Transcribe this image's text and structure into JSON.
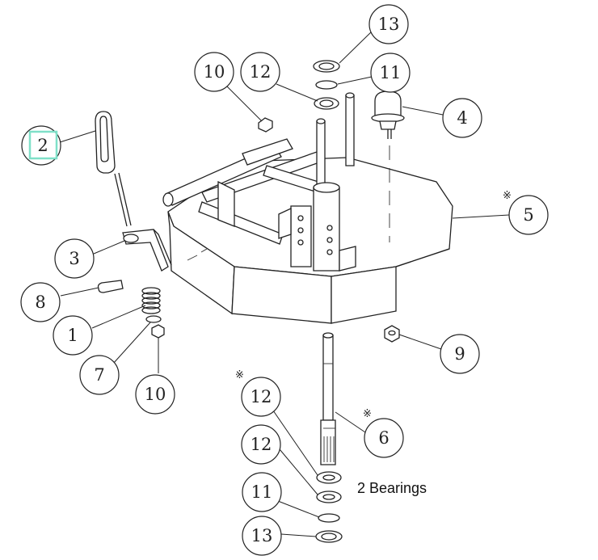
{
  "callouts": [
    {
      "id": "c13-top",
      "label": "13"
    },
    {
      "id": "c11-top",
      "label": "11"
    },
    {
      "id": "c10-top",
      "label": "10"
    },
    {
      "id": "c12-top",
      "label": "12"
    },
    {
      "id": "c4",
      "label": "4"
    },
    {
      "id": "c2",
      "label": "2"
    },
    {
      "id": "c5",
      "label": "5"
    },
    {
      "id": "c3",
      "label": "3"
    },
    {
      "id": "c8",
      "label": "8"
    },
    {
      "id": "c1",
      "label": "1"
    },
    {
      "id": "c7",
      "label": "7"
    },
    {
      "id": "c10-bottom",
      "label": "10"
    },
    {
      "id": "c9",
      "label": "9"
    },
    {
      "id": "c6",
      "label": "6"
    },
    {
      "id": "c12-lower-a",
      "label": "12"
    },
    {
      "id": "c12-lower-b",
      "label": "12"
    },
    {
      "id": "c11-bottom",
      "label": "11"
    },
    {
      "id": "c13-bottom",
      "label": "13"
    }
  ],
  "note": "2 Bearings",
  "asterisk_symbol": "※",
  "selected_callout": "2",
  "highlight_color": "#7fe0c8"
}
